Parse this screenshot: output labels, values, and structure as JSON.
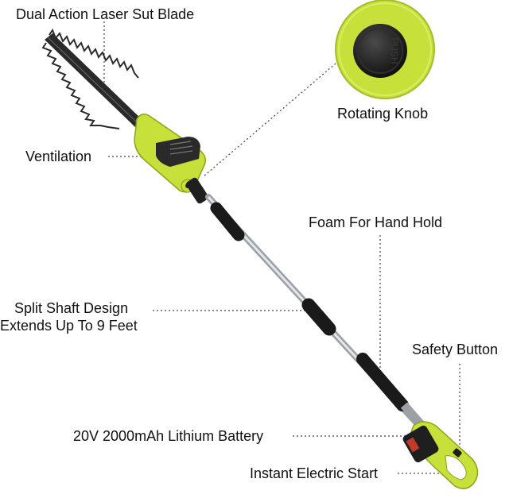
{
  "colors": {
    "accent": "#c8e03a",
    "accent_dark": "#9fb826",
    "black": "#1a1a1a",
    "metal": "#c9cdd2",
    "background": "#ffffff"
  },
  "knob": {
    "text": "PUSH",
    "icon": "rotating-knob-icon"
  },
  "labels": {
    "blade": "Dual Action Laser Sut Blade",
    "knob": "Rotating Knob",
    "ventilation": "Ventilation",
    "foam": "Foam For Hand Hold",
    "split_line1": "Split Shaft Design",
    "split_line2": "Extends Up To 9 Feet",
    "safety": "Safety Button",
    "battery": "20V 2000mAh Lithium Battery",
    "start": "Instant Electric Start"
  }
}
